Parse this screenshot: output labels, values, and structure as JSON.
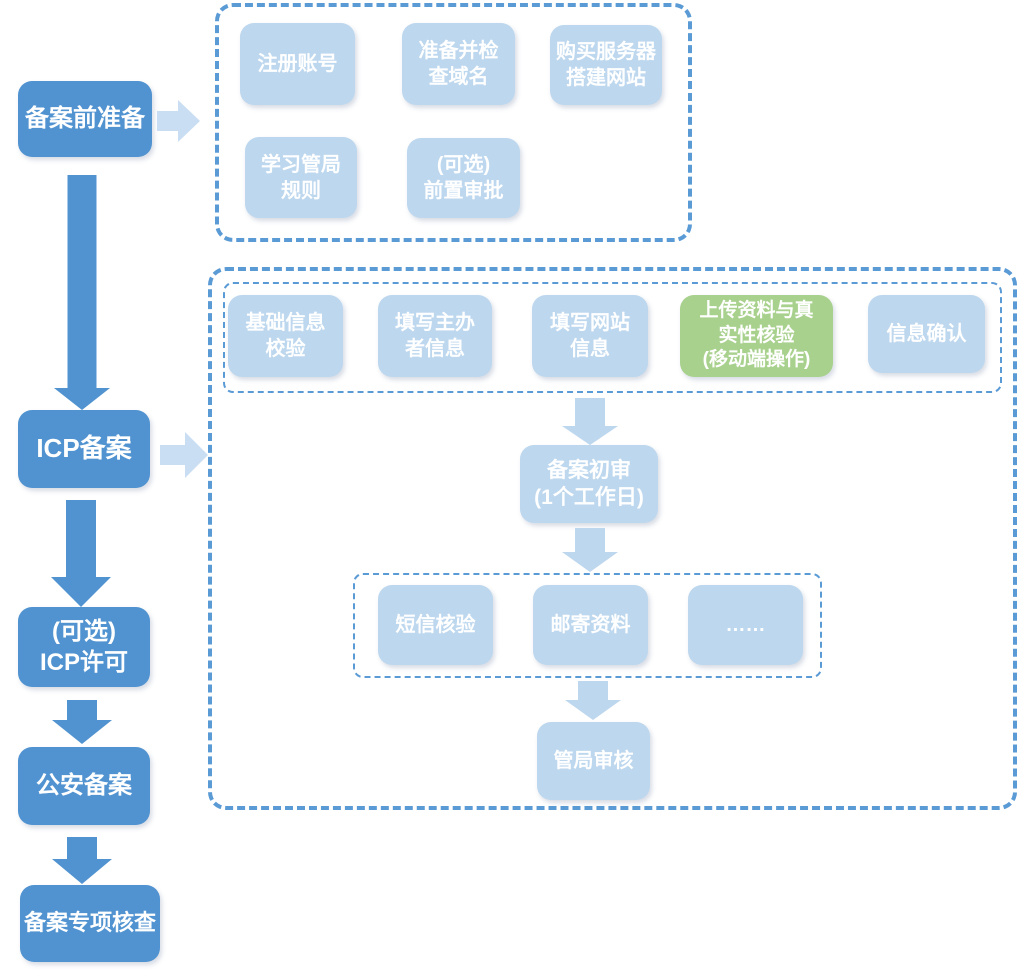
{
  "colors": {
    "primary_blue": "#5193d0",
    "light_blue": "#bdd7ee",
    "lighter_arrow_blue": "#c9def2",
    "green_highlight": "#a9d18e",
    "dashed_border_blue": "#5b9bd5",
    "text": "#ffffff"
  },
  "left_column": {
    "nodes": [
      {
        "label": "备案前准备"
      },
      {
        "label": "ICP备案"
      },
      {
        "label": "(可选)\nICP许可"
      },
      {
        "label": "公安备案"
      },
      {
        "label": "备案专项核查"
      }
    ]
  },
  "prep_group": {
    "nodes": [
      {
        "label": "注册账号"
      },
      {
        "label": "准备并检\n查域名"
      },
      {
        "label": "购买服务器\n搭建网站"
      },
      {
        "label": "学习管局\n规则"
      },
      {
        "label": "(可选)\n前置审批"
      }
    ]
  },
  "icp_group": {
    "steps_row": [
      {
        "label": "基础信息\n校验"
      },
      {
        "label": "填写主办\n者信息"
      },
      {
        "label": "填写网站\n信息"
      },
      {
        "label": "上传资料与真\n实性核验\n(移动端操作)",
        "highlight": "green"
      },
      {
        "label": "信息确认"
      }
    ],
    "initial_review": {
      "label": "备案初审\n(1个工作日)"
    },
    "verify_row": [
      {
        "label": "短信核验"
      },
      {
        "label": "邮寄资料"
      },
      {
        "label": "……"
      }
    ],
    "bureau_review": {
      "label": "管局审核"
    }
  }
}
